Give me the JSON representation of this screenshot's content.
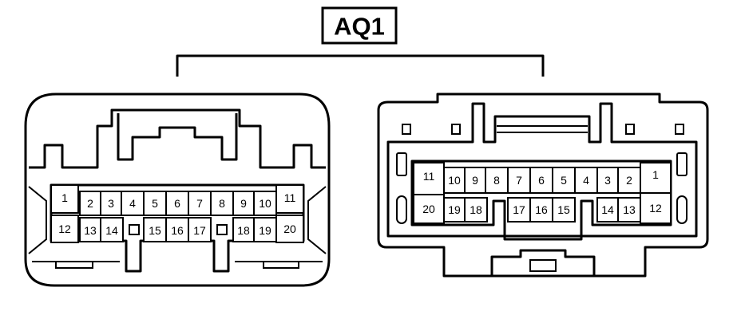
{
  "title": "AQ1",
  "connector_left": {
    "pins": [
      {
        "num": "1"
      },
      {
        "num": "2"
      },
      {
        "num": "3"
      },
      {
        "num": "4"
      },
      {
        "num": "5"
      },
      {
        "num": "6"
      },
      {
        "num": "7"
      },
      {
        "num": "8"
      },
      {
        "num": "9"
      },
      {
        "num": "10"
      },
      {
        "num": "11"
      },
      {
        "num": "12"
      },
      {
        "num": "13"
      },
      {
        "num": "14"
      },
      {
        "num": "15"
      },
      {
        "num": "16"
      },
      {
        "num": "17"
      },
      {
        "num": "18"
      },
      {
        "num": "19"
      },
      {
        "num": "20"
      }
    ]
  },
  "connector_right": {
    "pins": [
      {
        "num": "11"
      },
      {
        "num": "10"
      },
      {
        "num": "9"
      },
      {
        "num": "8"
      },
      {
        "num": "7"
      },
      {
        "num": "6"
      },
      {
        "num": "5"
      },
      {
        "num": "4"
      },
      {
        "num": "3"
      },
      {
        "num": "2"
      },
      {
        "num": "1"
      },
      {
        "num": "20"
      },
      {
        "num": "19"
      },
      {
        "num": "18"
      },
      {
        "num": "17"
      },
      {
        "num": "16"
      },
      {
        "num": "15"
      },
      {
        "num": "14"
      },
      {
        "num": "13"
      },
      {
        "num": "12"
      }
    ]
  }
}
